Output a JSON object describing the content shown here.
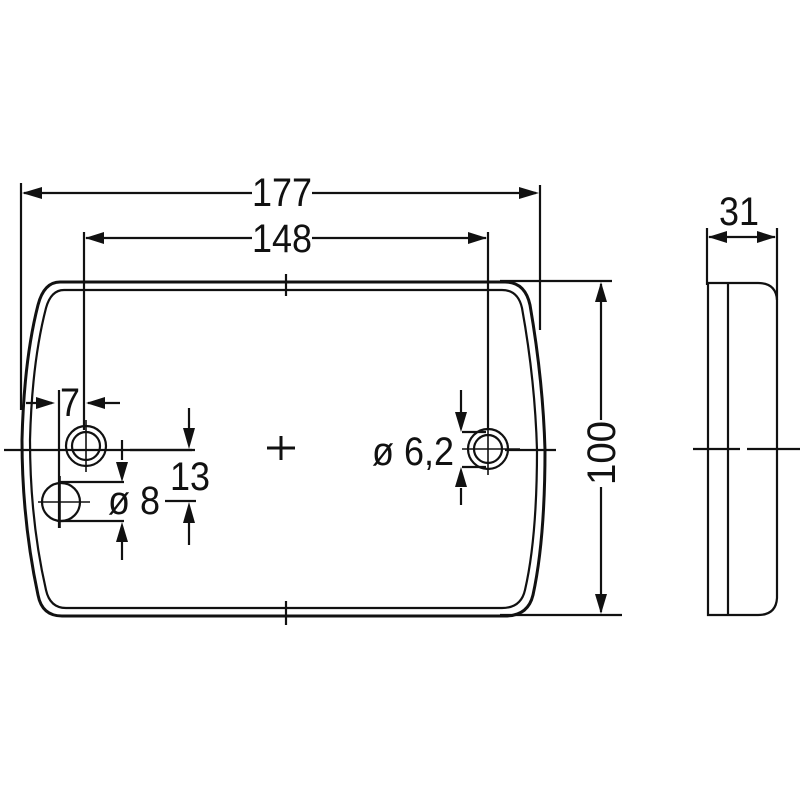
{
  "drawing": {
    "type": "technical-dimension-drawing",
    "subject": "rectangular lamp housing",
    "views": [
      "front-view",
      "side-view"
    ],
    "line_color": "#111111",
    "background": "#ffffff"
  },
  "dimensions": {
    "overall_width": "177",
    "hole_spacing": "148",
    "height": "100",
    "depth": "31",
    "edge_offset": "7",
    "hole_vertical_offset": "13",
    "alt_hole_diameter": "ø 8",
    "mount_hole_diameter": "ø 6,2"
  }
}
